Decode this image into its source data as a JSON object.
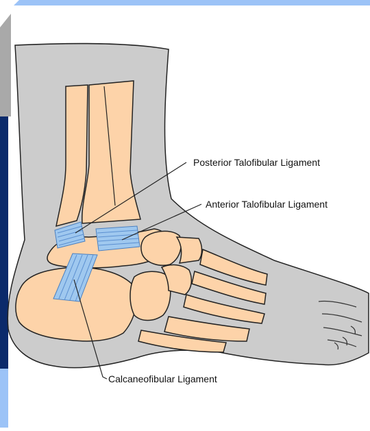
{
  "colors": {
    "slide_accent": "#9cc3f7",
    "slide_dark": "#0b2a6b",
    "skin": "#cccccc",
    "bone": "#fdd3a9",
    "ligament": "#9fc8ef"
  },
  "labels": {
    "posterior": "Posterior Talofibular Ligament",
    "anterior": "Anterior Talofibular Ligament",
    "calcaneofibular": "Calcaneofibular Ligament"
  }
}
